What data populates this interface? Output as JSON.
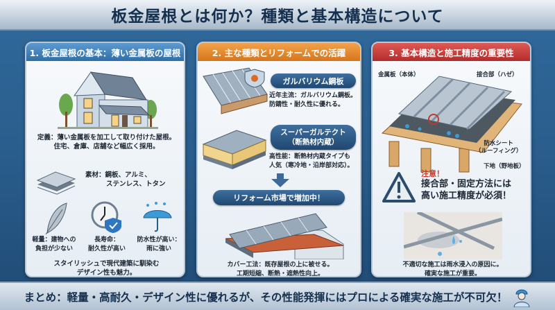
{
  "title": "板金屋根とは何か？種類と基本構造について",
  "panel1": {
    "header": "1. 板金屋根の基本：薄い金属板の屋根",
    "definition_line1": "定義：薄い金属板を加工して取り付けた屋根。",
    "definition_line2": "住宅、倉庫、店舗など幅広く採用。",
    "materials_line1": "素材：鋼板、アルミ、",
    "materials_line2": "ステンレス、トタン",
    "features": [
      {
        "icon": "feather-icon",
        "line1": "軽量：建物への",
        "line2": "負担が少ない"
      },
      {
        "icon": "clock-shield-icon",
        "line1": "長寿命：",
        "line2": "耐久性が高い"
      },
      {
        "icon": "umbrella-icon",
        "line1": "防水性が高い：",
        "line2": "雨に強い"
      }
    ],
    "design_line1": "スタイリッシュで現代建築に馴染む",
    "design_line2": "デザイン性も魅力。"
  },
  "panel2": {
    "header": "2. 主な種類とリフォームでの活躍",
    "type1": {
      "name": "ガルバリウム鋼板",
      "desc1": "近年主流：ガルバリウム鋼板。",
      "desc2": "防錆性・耐久性に優れる。"
    },
    "type2": {
      "name": "スーパーガルテクト",
      "sub": "（断熱材内蔵）",
      "desc1": "高性能：断熱材内蔵タイプも",
      "desc2": "人気（寒冷地・沿岸部対応）。"
    },
    "reform_label": "リフォーム市場で増加中！",
    "cover_line1": "カバー工法：既存屋根の上に被せる。",
    "cover_line2": "工期短縮、断熱・遮熱性向上。"
  },
  "panel3": {
    "header": "3. 基本構造と施工精度の重要性",
    "labels": {
      "metal": "金属板（本体）",
      "joint": "接合部（ハゼ）",
      "sheet1": "防水シート",
      "sheet2": "（ルーフィング）",
      "base": "下地（野地板）"
    },
    "caution_title": "注意！",
    "caution_line1": "接合部・固定方法には",
    "caution_line2": "高い施工精度が必須！",
    "leak_line1": "不適切な施工は雨水浸入の原因に。",
    "leak_line2": "確実な施工が重要。"
  },
  "summary": "まとめ：軽量・高耐久・デザイン性に優れるが、その性能発揮にはプロによる確実な施工が不可欠！",
  "colors": {
    "panel1": "#2f6ea8",
    "panel2": "#d5761c",
    "panel3": "#b22c2c",
    "background": "#2a5d8c"
  }
}
